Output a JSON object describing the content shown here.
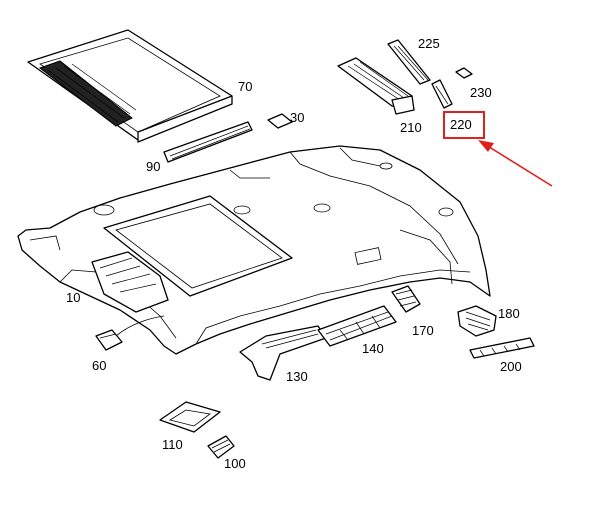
{
  "callouts": {
    "c10": "10",
    "c30": "30",
    "c60": "60",
    "c70": "70",
    "c90": "90",
    "c100": "100",
    "c110": "110",
    "c130": "130",
    "c140": "140",
    "c170": "170",
    "c180": "180",
    "c200": "200",
    "c210": "210",
    "c220": "220",
    "c225": "225",
    "c230": "230"
  },
  "highlight": {
    "callout": "220",
    "color": "#e0201c"
  }
}
